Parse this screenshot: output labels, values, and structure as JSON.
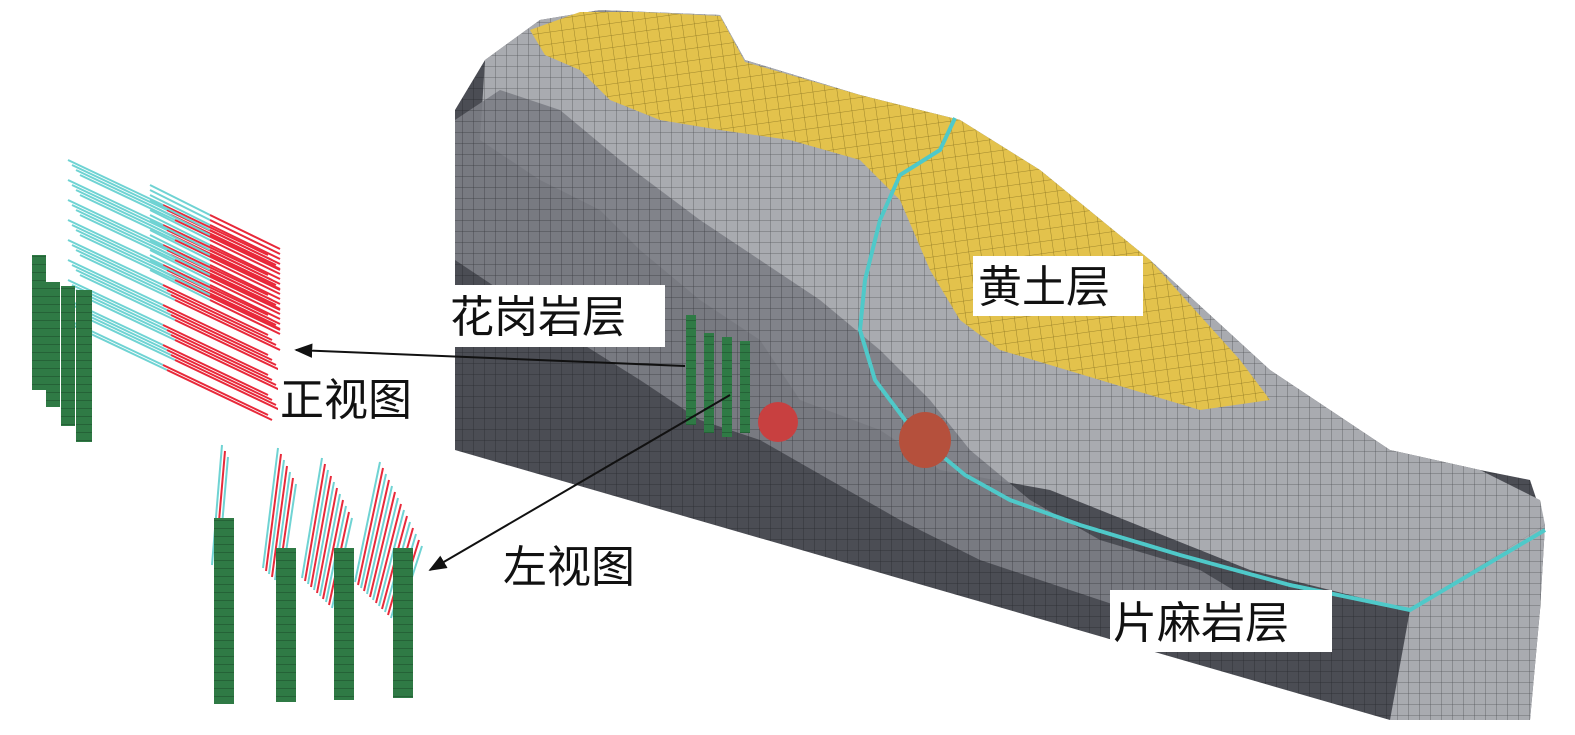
{
  "labels": {
    "loess": "黄土层",
    "granite": "花岗岩层",
    "gneiss": "片麻岩层",
    "front_view": "正视图",
    "left_view": "左视图"
  },
  "colors": {
    "loess": "#e3c24c",
    "granite_dark": "#4b4d54",
    "granite_light": "#a9abb0",
    "gneiss_light": "#9a9ca2",
    "cyan_band": "#4fc9c9",
    "pile_green": "#2f7a45",
    "anchor_cyan": "#6fd3d3",
    "anchor_red": "#e8293a",
    "tunnel_red": "#c84040",
    "arrow": "#111111"
  },
  "pile_count": 4,
  "icons": [
    "arrow-left-icon",
    "arrow-down-left-icon"
  ]
}
